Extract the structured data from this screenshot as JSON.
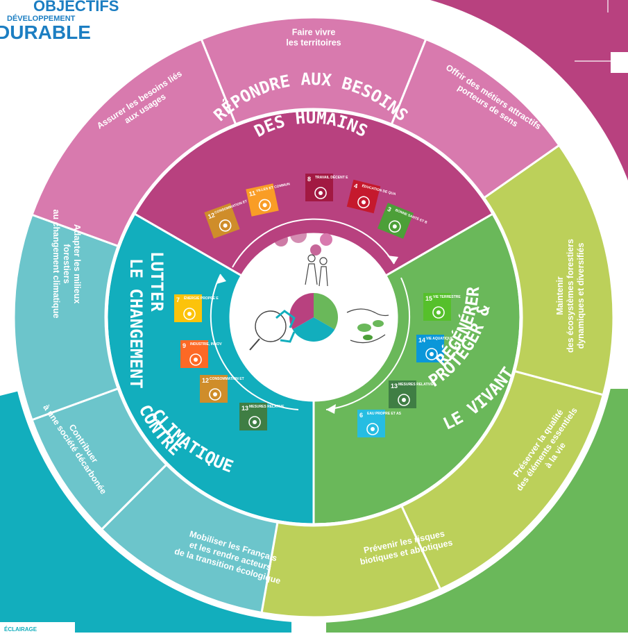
{
  "header": {
    "line1": "OBJECTIFS",
    "line2": "DÉVELOPPEMENT",
    "line3": "DURABLE"
  },
  "footer_tag": "ÉCLAIRAGE",
  "colors": {
    "pink": "#b8417f",
    "pink_light": "#d87aae",
    "teal": "#12aebd",
    "teal_light": "#6cc5cb",
    "green": "#6ab85a",
    "green_light": "#bcd05a",
    "background_left": "#12aebd",
    "background_right": "#6ab85a"
  },
  "inner_sectors": {
    "humains": {
      "line1": "RÉPONDRE AUX BESOINS",
      "line2": "DES HUMAINS"
    },
    "climat": {
      "line1": "LUTTER",
      "line2": "LE CHANGEMENT",
      "line3": "CONTRE",
      "line4": "CLIMATIQUE"
    },
    "vivant": {
      "line1": "RÉGÉNÉRER",
      "line2": "PROTÉGER &",
      "line3": "LE VIVANT"
    }
  },
  "outer_segments": [
    {
      "lines": [
        "Faire vivre",
        "les territoires"
      ]
    },
    {
      "lines": [
        "Offrir des métiers attractifs",
        "porteurs de sens"
      ]
    },
    {
      "lines": [
        "Maintenir",
        "des écosystèmes forestiers",
        "dynamiques et diversifiés"
      ]
    },
    {
      "lines": [
        "Préserver la qualité",
        "des éléments essentiels",
        "à la vie"
      ]
    },
    {
      "lines": [
        "Prévenir les risques",
        "biotiques et abiotiques"
      ]
    },
    {
      "lines": [
        "Mobiliser les Français",
        "et les rendre acteurs",
        "de la transition écologique"
      ]
    },
    {
      "lines": [
        "Contribuer",
        "à une société décarbonée"
      ]
    },
    {
      "lines": [
        "Adapter les milieux",
        "forestiers",
        "au changement climatique"
      ]
    },
    {
      "lines": [
        "Assurer les besoins liés",
        "aux usages"
      ]
    }
  ],
  "sdg_icons": [
    {
      "num": "12",
      "label": "CONSOMMATION ET PRODUCTION RESPONSABLES",
      "color": "#cf8d2a",
      "icon": "infinity-icon"
    },
    {
      "num": "11",
      "label": "VILLES ET COMMUNAUTÉS DURABLES",
      "color": "#f99d26",
      "icon": "city-icon"
    },
    {
      "num": "8",
      "label": "TRAVAIL DÉCENT ET CROISSANCE ÉCONOMIQUE",
      "color": "#a21942",
      "icon": "growth-chart-icon"
    },
    {
      "num": "4",
      "label": "ÉDUCATION DE QUALITÉ",
      "color": "#c5192d",
      "icon": "book-icon"
    },
    {
      "num": "3",
      "label": "BONNE SANTÉ ET BIEN-ÊTRE",
      "color": "#4c9f38",
      "icon": "heartbeat-icon"
    },
    {
      "num": "15",
      "label": "VIE TERRESTRE",
      "color": "#56c02b",
      "icon": "tree-icon"
    },
    {
      "num": "14",
      "label": "VIE AQUATIQUE",
      "color": "#0a97d9",
      "icon": "fish-icon"
    },
    {
      "num": "13",
      "label": "MESURES RELATIVES À LA LUTTE CONTRE LES CHANGEMENTS CLIMATIQUES",
      "color": "#3f7e44",
      "icon": "eye-globe-icon"
    },
    {
      "num": "6",
      "label": "EAU PROPRE ET ASSAINISSEMENT",
      "color": "#26bde2",
      "icon": "water-drop-icon"
    },
    {
      "num": "7",
      "label": "ÉNERGIE PROPRE ET D'UN COÛT ABORDABLE",
      "color": "#fcc30b",
      "icon": "sun-icon"
    },
    {
      "num": "9",
      "label": "INDUSTRIE, INNOVATION ET INFRASTRUCTURE",
      "color": "#fd6925",
      "icon": "cubes-icon"
    },
    {
      "num": "12",
      "label": "CONSOMMATION ET PRODUCTION RESPONSABLES",
      "color": "#cf8d2a",
      "icon": "infinity-icon"
    },
    {
      "num": "13",
      "label": "MESURES RELATIVES À LA LUTTE CONTRE LES CHANGEMENTS CLIMATIQUES",
      "color": "#3f7e44",
      "icon": "eye-globe-icon"
    }
  ]
}
